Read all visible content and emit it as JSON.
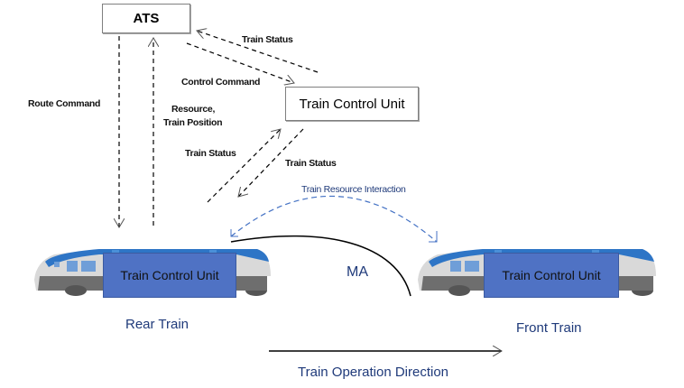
{
  "nodes": {
    "ats": "ATS",
    "tcu_top": "Train Control Unit",
    "tcu_rear": "Train Control Unit",
    "tcu_front": "Train Control Unit"
  },
  "edges": {
    "train_status_ats": "Train Status",
    "control_command": "Control Command",
    "route_command": "Route Command",
    "resource_line1": "Resource,",
    "resource_line2": "Train Position",
    "train_status_left": "Train Status",
    "train_status_right": "Train Status",
    "resource_interaction": "Train Resource  Interaction",
    "ma": "MA"
  },
  "labels": {
    "rear_train": "Rear Train",
    "front_train": "Front Train",
    "direction": "Train Operation Direction"
  },
  "colors": {
    "tcu_fill": "#4f72c4",
    "label_blue": "#1f3a7a",
    "dashed_blue": "#4472c4"
  }
}
